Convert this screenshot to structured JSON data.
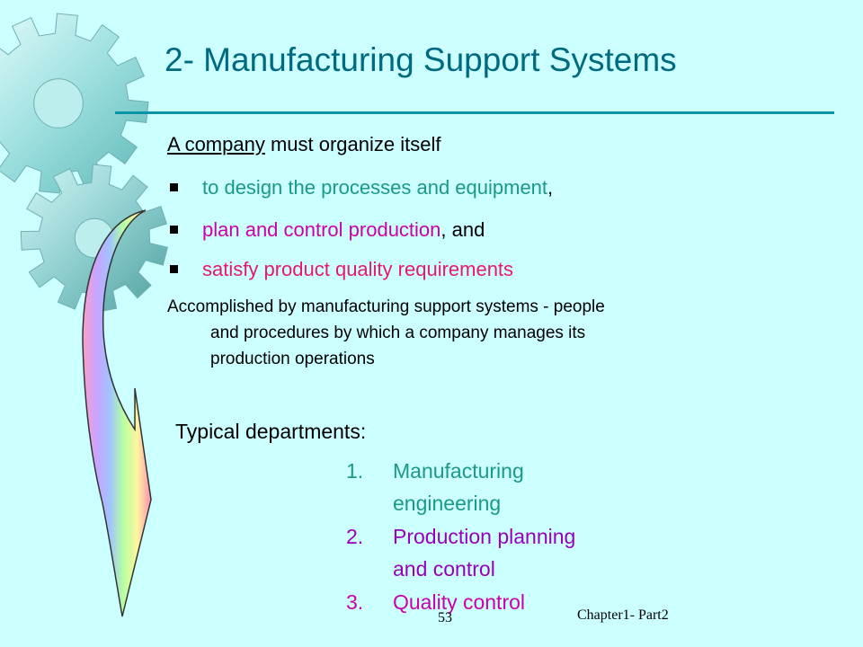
{
  "slide": {
    "title": "2- Manufacturing Support Systems",
    "intro": {
      "underlined": "A company",
      "rest": " must organize itself"
    },
    "bullets": [
      {
        "text": "to design the processes and equipment",
        "suffix": ","
      },
      {
        "text": "plan and control production",
        "suffix": ", and"
      },
      {
        "text": "satisfy product quality requirements",
        "suffix": ""
      }
    ],
    "accomplished": {
      "line1": "Accomplished by manufacturing support systems - people",
      "line2": "and procedures by which a company manages its",
      "line3": "production operations"
    },
    "typical_heading": "Typical departments:",
    "departments": [
      {
        "num": "1.",
        "line1": "Manufacturing",
        "line2": "engineering"
      },
      {
        "num": "2.",
        "line1": "Production planning",
        "line2": "and control"
      },
      {
        "num": "3.",
        "line1": "Quality control",
        "line2": ""
      }
    ],
    "page_number": "53",
    "chapter_label": "Chapter1- Part2"
  },
  "colors": {
    "background": "#ccffff",
    "title": "#006a80",
    "teal_text": "#1a9a86",
    "magenta_text": "#cc00aa",
    "pink_text": "#e8186c",
    "purple_text": "#9900bb"
  },
  "decorations": [
    "gear-icon",
    "gear-icon",
    "curved-arrow-icon"
  ]
}
